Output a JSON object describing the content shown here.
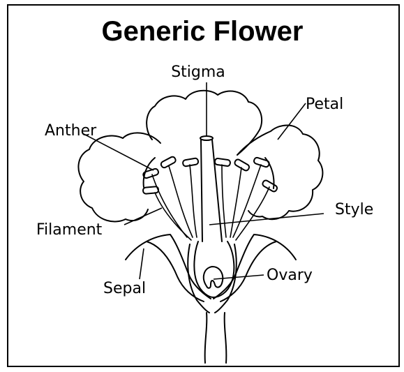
{
  "title": "Generic Flower",
  "labels": {
    "stigma": "Stigma",
    "petal": "Petal",
    "anther": "Anther",
    "filament": "Filament",
    "style": "Style",
    "ovary": "Ovary",
    "sepal": "Sepal"
  }
}
